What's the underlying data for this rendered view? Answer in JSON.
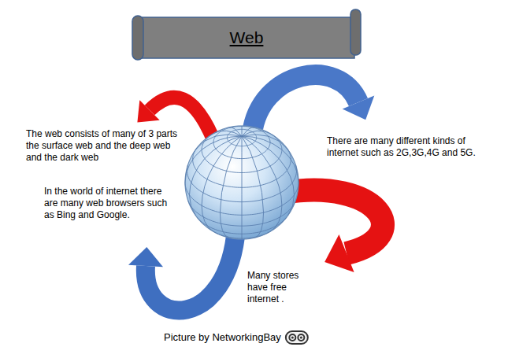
{
  "diagram": {
    "title": "Web",
    "caption": "Picture by NetworkingBay",
    "labels": [
      "The web consists of many of 3 parts the surface web and the deep web and the dark web",
      "In the world of internet there are many web browsers such as Bing and Google.",
      "There are many different kinds of internet such as 2G,3G,4G and 5G.",
      "Many stores have free internet ."
    ]
  }
}
